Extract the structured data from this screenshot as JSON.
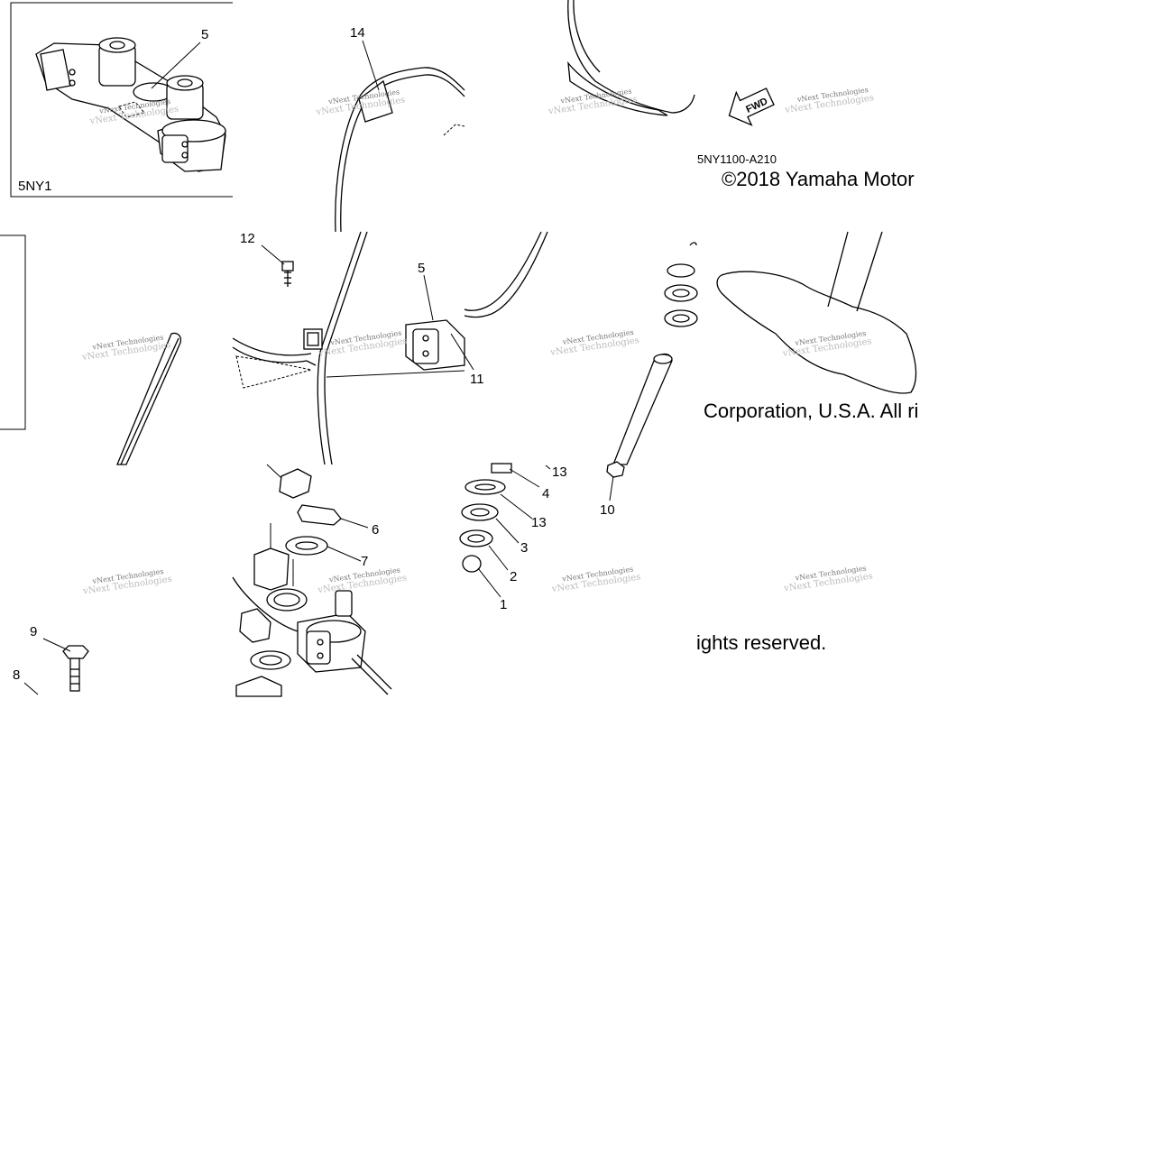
{
  "diagram": {
    "diagram_code": "5NY1100-A210",
    "copyright_line_1": "©2018 Yamaha Motor",
    "copyright_line_2": "Corporation, U.S.A. All ri",
    "copyright_line_3": "ights reserved.",
    "fwd_label": "FWD",
    "inset_model": "5NY1",
    "inset_callout": "5",
    "watermark_line_1": "vNext Technologies",
    "watermark_line_2": "vNext Technologies",
    "callouts": [
      "14",
      "12",
      "5",
      "11",
      "13",
      "4",
      "10",
      "13",
      "6",
      "7",
      "3",
      "2",
      "1",
      "9",
      "8"
    ]
  }
}
